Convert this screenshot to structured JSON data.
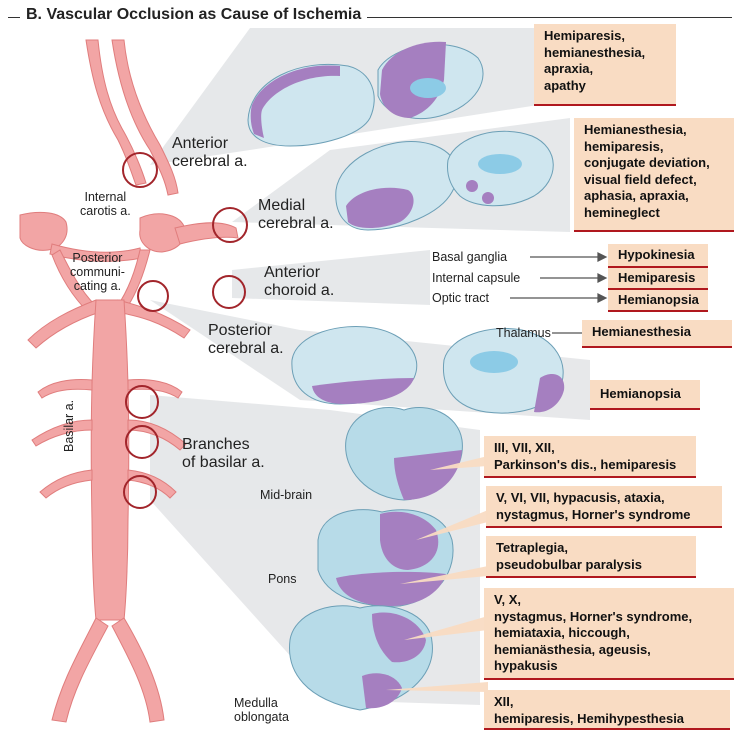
{
  "title": "B. Vascular Occlusion as Cause of Ischemia",
  "vessel_labels": {
    "anterior_cerebral": [
      "Anterior",
      "cerebral a."
    ],
    "medial_cerebral": [
      "Medial",
      "cerebral a."
    ],
    "anterior_choroid": [
      "Anterior",
      "choroid a."
    ],
    "posterior_cerebral": [
      "Posterior",
      "cerebral a."
    ],
    "branches_basilar": [
      "Branches",
      "of basilar a."
    ],
    "internal_carotis": [
      "Internal",
      "carotis a."
    ],
    "posterior_communicating": [
      "Posterior",
      "communi-",
      "cating a."
    ],
    "basilar": "Basilar a."
  },
  "region_labels": {
    "midbrain": "Mid-brain",
    "pons": "Pons",
    "medulla": [
      "Medulla",
      "oblongata"
    ]
  },
  "structures": {
    "basal_ganglia": "Basal ganglia",
    "internal_capsule": "Internal capsule",
    "optic_tract": "Optic tract",
    "thalamus": "Thalamus"
  },
  "symptoms": {
    "anterior_cerebral": [
      "Hemiparesis,",
      "hemianesthesia,",
      "apraxia,",
      "apathy"
    ],
    "medial_cerebral": [
      "Hemianesthesia,",
      "hemiparesis,",
      "conjugate deviation,",
      "visual field defect,",
      "aphasia, apraxia,",
      "hemineglect"
    ],
    "basal_ganglia": "Hypokinesia",
    "internal_capsule": "Hemiparesis",
    "optic_tract": "Hemianopsia",
    "thalamus": "Hemianesthesia",
    "posterior_cerebral": "Hemianopsia",
    "midbrain": [
      "III, VII, XII,",
      "Parkinson's dis., hemiparesis"
    ],
    "pons_upper": [
      "V, VI, VII, hypacusis, ataxia,",
      "nystagmus, Horner's syndrome"
    ],
    "pons_lower": [
      "Tetraplegia,",
      "pseudobulbar paralysis"
    ],
    "medulla_upper": [
      "V, X,",
      "nystagmus, Horner's syndrome,",
      "hemiataxia, hiccough,",
      "hemianästhesia, ageusis,",
      "hypakusis"
    ],
    "medulla_lower": [
      "XII,",
      "hemiparesis, Hemihypesthesia"
    ]
  },
  "colors": {
    "artery": "#f2a5a5",
    "artery_dark": "#e07d7d",
    "circle": "#a2252b",
    "infarct": "#a57fc0",
    "brain": "#cfe6ef",
    "brain_line": "#6c9fb6",
    "ventricle": "#8ccbe6",
    "box_bg": "#f9dcc3",
    "box_line": "#b0181e",
    "beam": "#e2e4e6"
  }
}
